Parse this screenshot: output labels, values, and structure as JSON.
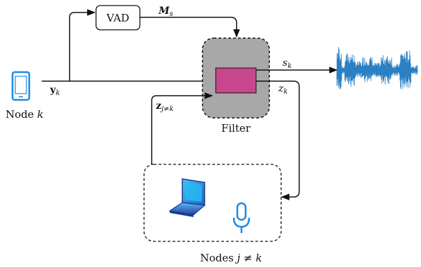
{
  "node": {
    "label": "Node k",
    "signal": "y_k"
  },
  "vad": {
    "label": "VAD",
    "output": "M_s"
  },
  "filter": {
    "label": "Filter",
    "output_speech": "s_k",
    "output_shared": "z_k"
  },
  "shared_input": {
    "label": "z_{j≠k}"
  },
  "other_nodes": {
    "label": "Nodes j ≠ k"
  },
  "colors": {
    "accent": "#1e88e5",
    "filter_box": "#a8a8a8",
    "filter_core": "#c8478c",
    "waveform": "#2b7fc2"
  },
  "icons": {
    "node": "smartphone-icon",
    "laptop": "laptop-icon",
    "mic": "microphone-icon",
    "waveform": "speech-waveform-icon"
  }
}
